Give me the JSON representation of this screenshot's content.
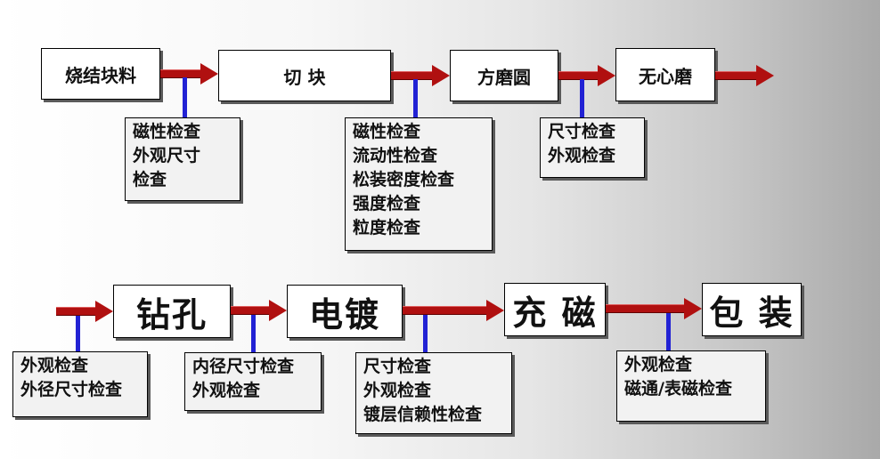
{
  "row1": {
    "steps": [
      "烧结块料",
      "切  块",
      "方磨圆",
      "无心磨"
    ],
    "checks": [
      [
        "磁性检查",
        "外观尺寸",
        "检查"
      ],
      [
        "磁性检查",
        "流动性检查",
        "松装密度检查",
        "强度检查",
        "粒度检查"
      ],
      [
        "尺寸检查",
        "外观检查"
      ]
    ]
  },
  "row2": {
    "steps": [
      "钻孔",
      "电镀",
      "充  磁",
      "包  装"
    ],
    "checks": [
      [
        "外观检查",
        "外径尺寸检查"
      ],
      [
        "内径尺寸检查",
        "外观检查"
      ],
      [
        "尺寸检查",
        "外观检查",
        "镀层信赖性检查"
      ],
      [
        "外观检查",
        "磁通/表磁检查"
      ]
    ]
  },
  "colors": {
    "arrow": "#b01010",
    "connector": "#2222d4"
  }
}
